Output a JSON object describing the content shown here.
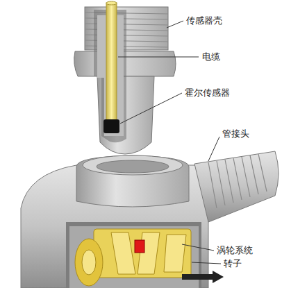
{
  "diagram": {
    "labels": [
      "传感器壳",
      "电缆",
      "霍尔传感器",
      "管接头",
      "涡轮系统",
      "转子"
    ]
  }
}
